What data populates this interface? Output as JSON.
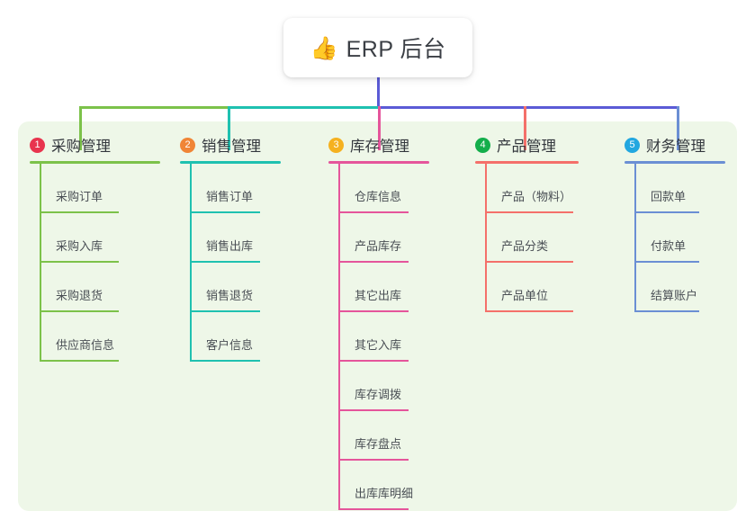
{
  "root": {
    "icon": "thumbs-up-icon",
    "emoji": "👍",
    "title": "ERP 后台"
  },
  "palette": {
    "panel_bg": "#eef7e8",
    "page_bg": "#ffffff",
    "stem": "#5b5bd6",
    "text": "#4a4f55"
  },
  "columns": [
    {
      "number": "1",
      "title": "采购管理",
      "badge_color": "#e8344e",
      "line_color": "#7cc24a",
      "items": [
        {
          "label": "采购订单"
        },
        {
          "label": "采购入库"
        },
        {
          "label": "采购退货"
        },
        {
          "label": "供应商信息"
        }
      ]
    },
    {
      "number": "2",
      "title": "销售管理",
      "badge_color": "#f08536",
      "line_color": "#1fc1b0",
      "items": [
        {
          "label": "销售订单"
        },
        {
          "label": "销售出库"
        },
        {
          "label": "销售退货"
        },
        {
          "label": "客户信息"
        }
      ]
    },
    {
      "number": "3",
      "title": "库存管理",
      "badge_color": "#f5b120",
      "line_color": "#e5559b",
      "items": [
        {
          "label": "仓库信息"
        },
        {
          "label": "产品库存"
        },
        {
          "label": "其它出库"
        },
        {
          "label": "其它入库"
        },
        {
          "label": "库存调拨"
        },
        {
          "label": "库存盘点"
        },
        {
          "label": "出库库明细"
        }
      ]
    },
    {
      "number": "4",
      "title": "产品管理",
      "badge_color": "#13ae4b",
      "line_color": "#f4706a",
      "items": [
        {
          "label": "产品（物料）"
        },
        {
          "label": "产品分类"
        },
        {
          "label": "产品单位"
        }
      ]
    },
    {
      "number": "5",
      "title": "财务管理",
      "badge_color": "#22a7e0",
      "line_color": "#6b8fd4",
      "items": [
        {
          "label": "回款单"
        },
        {
          "label": "付款单"
        },
        {
          "label": "结算账户"
        }
      ]
    }
  ]
}
